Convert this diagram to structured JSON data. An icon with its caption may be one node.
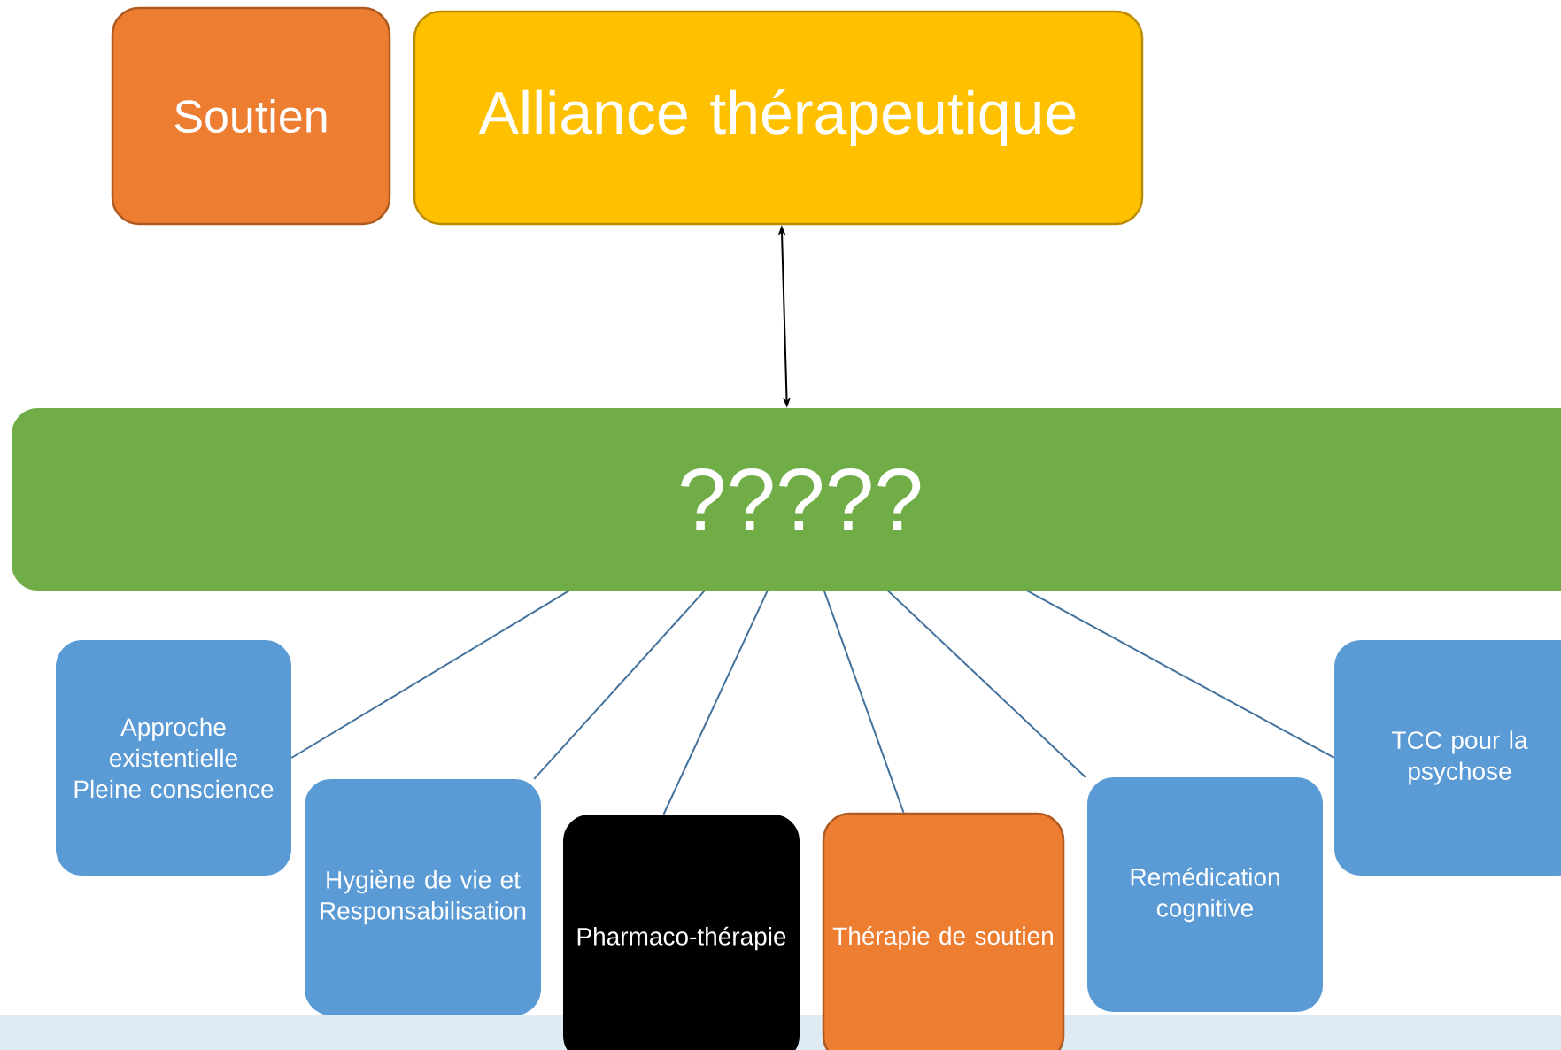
{
  "diagram": {
    "nodes": [
      {
        "text": [
          "Soutien"
        ]
      },
      {
        "text": [
          "Alliance thérapeutique"
        ]
      },
      {
        "text": [
          "?????"
        ]
      },
      {
        "text": [
          "Approche existentielle Pleine conscience"
        ]
      },
      {
        "text": [
          "Hygiène de vie et Responsabilisation"
        ]
      },
      {
        "text": [
          "Pharmaco-thérapie"
        ]
      },
      {
        "text": [
          "Thérapie de soutien"
        ]
      },
      {
        "text": [
          "Remédication cognitive"
        ]
      },
      {
        "text": [
          "TCC pour la psychose"
        ]
      }
    ],
    "edges": [
      {
        "from": 2,
        "to": 1,
        "arrow": "both",
        "color": "#000000"
      },
      {
        "from": 2,
        "to": 3,
        "arrow": "none",
        "color": "#41719c"
      },
      {
        "from": 2,
        "to": 4,
        "arrow": "none",
        "color": "#41719c"
      },
      {
        "from": 2,
        "to": 5,
        "arrow": "none",
        "color": "#41719c"
      },
      {
        "from": 2,
        "to": 6,
        "arrow": "none",
        "color": "#41719c"
      },
      {
        "from": 2,
        "to": 7,
        "arrow": "none",
        "color": "#41719c"
      },
      {
        "from": 2,
        "to": 8,
        "arrow": "none",
        "color": "#41719c"
      }
    ]
  }
}
